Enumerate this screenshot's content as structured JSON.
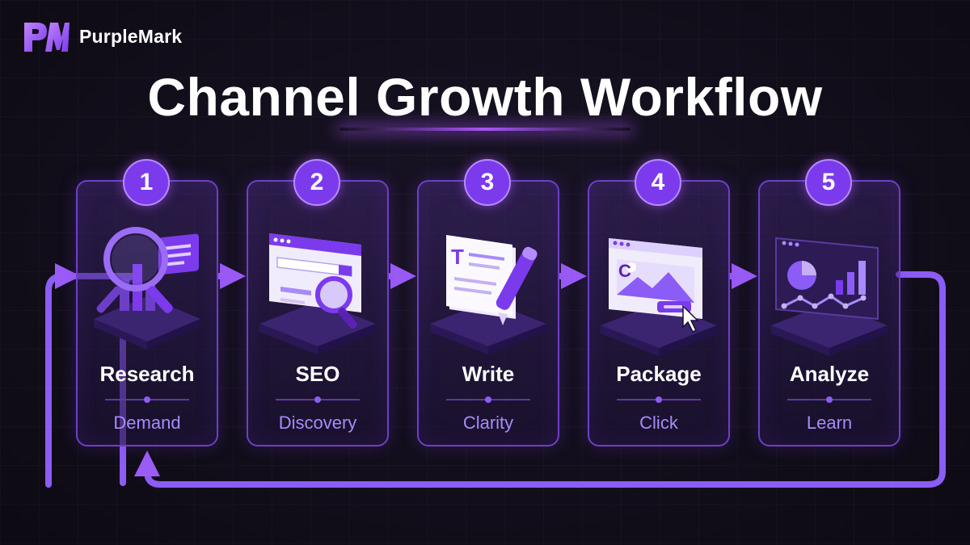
{
  "brand": {
    "name": "PurpleMark",
    "logo_text": "PM"
  },
  "title": "Channel Growth Workflow",
  "steps": [
    {
      "number": "1",
      "title": "Research",
      "subtitle": "Demand",
      "icon": "magnifier-chart-icon"
    },
    {
      "number": "2",
      "title": "SEO",
      "subtitle": "Discovery",
      "icon": "browser-search-icon"
    },
    {
      "number": "3",
      "title": "Write",
      "subtitle": "Clarity",
      "icon": "document-pen-icon"
    },
    {
      "number": "4",
      "title": "Package",
      "subtitle": "Click",
      "icon": "thumbnail-cursor-icon"
    },
    {
      "number": "5",
      "title": "Analyze",
      "subtitle": "Learn",
      "icon": "analytics-dashboard-icon"
    }
  ],
  "colors": {
    "accent": "#7c3aed",
    "accent_light": "#a855f7",
    "subtext": "#a78bfa",
    "background": "#120e1b"
  }
}
